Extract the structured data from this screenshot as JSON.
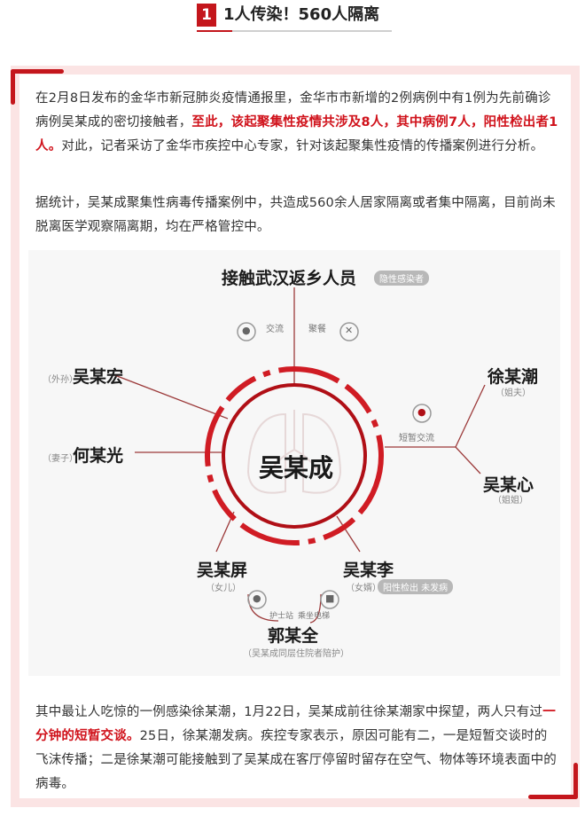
{
  "header": {
    "badge": "1",
    "title": "1人传染！560人隔离"
  },
  "paragraphs": {
    "p1_part1": "在2月8日发布的金华市新冠肺炎疫情通报里，金华市市新增的2例病例中有1例为先前确诊病例吴某成的密切接触者，",
    "p1_red": "至此，该起聚集性疫情共涉及8人，其中病例7人，阳性检出者1人。",
    "p1_part2": "对此，记者采访了金华市疾控中心专家，针对该起聚集性疫情的传播案例进行分析。",
    "p2": "据统计，吴某成聚集性病毒传播案例中，共造成560余人居家隔离或者集中隔离，目前尚未脱离医学观察隔离期，均在严格管控中。",
    "p3_part1": "其中最让人吃惊的一例感染徐某潮，1月22日，吴某成前往徐某潮家中探望，两人只有过",
    "p3_red": "一分钟的短暂交谈。",
    "p3_part2": "25日，徐某潮发病。疾控专家表示，原因可能有二，一是短暂交谈时的飞沫传播；二是徐某潮可能接触到了吴某成在客厅停留时留存在空气、物体等环境表面中的病毒。"
  },
  "diagram": {
    "center": "吴某成",
    "top": {
      "name": "接触武汉返乡人员",
      "tag": "隐性感染者"
    },
    "top_links": {
      "left": "交流",
      "right": "聚餐"
    },
    "left_top": {
      "name": "吴某宏",
      "role": "（外孙）"
    },
    "left_mid": {
      "name": "何某光",
      "role": "（妻子）"
    },
    "right_top": {
      "name": "徐某潮",
      "role": "（姐夫）"
    },
    "right_bottom": {
      "name": "吴某心",
      "role": "（姐姐）"
    },
    "right_link": "短暂交流",
    "bottom_left": {
      "name": "吴某屏",
      "role": "（女儿）"
    },
    "bottom_right": {
      "name": "吴某李",
      "role": "（女婿）",
      "tag": "阳性检出 未发病"
    },
    "bottom": {
      "name": "郭某全",
      "role": "（吴某成同层住院者陪护）"
    },
    "bottom_links": {
      "left": "护士站",
      "right": "乘坐电梯"
    }
  },
  "colors": {
    "accent": "#c4161c",
    "card_bg": "#fbe4e4"
  }
}
